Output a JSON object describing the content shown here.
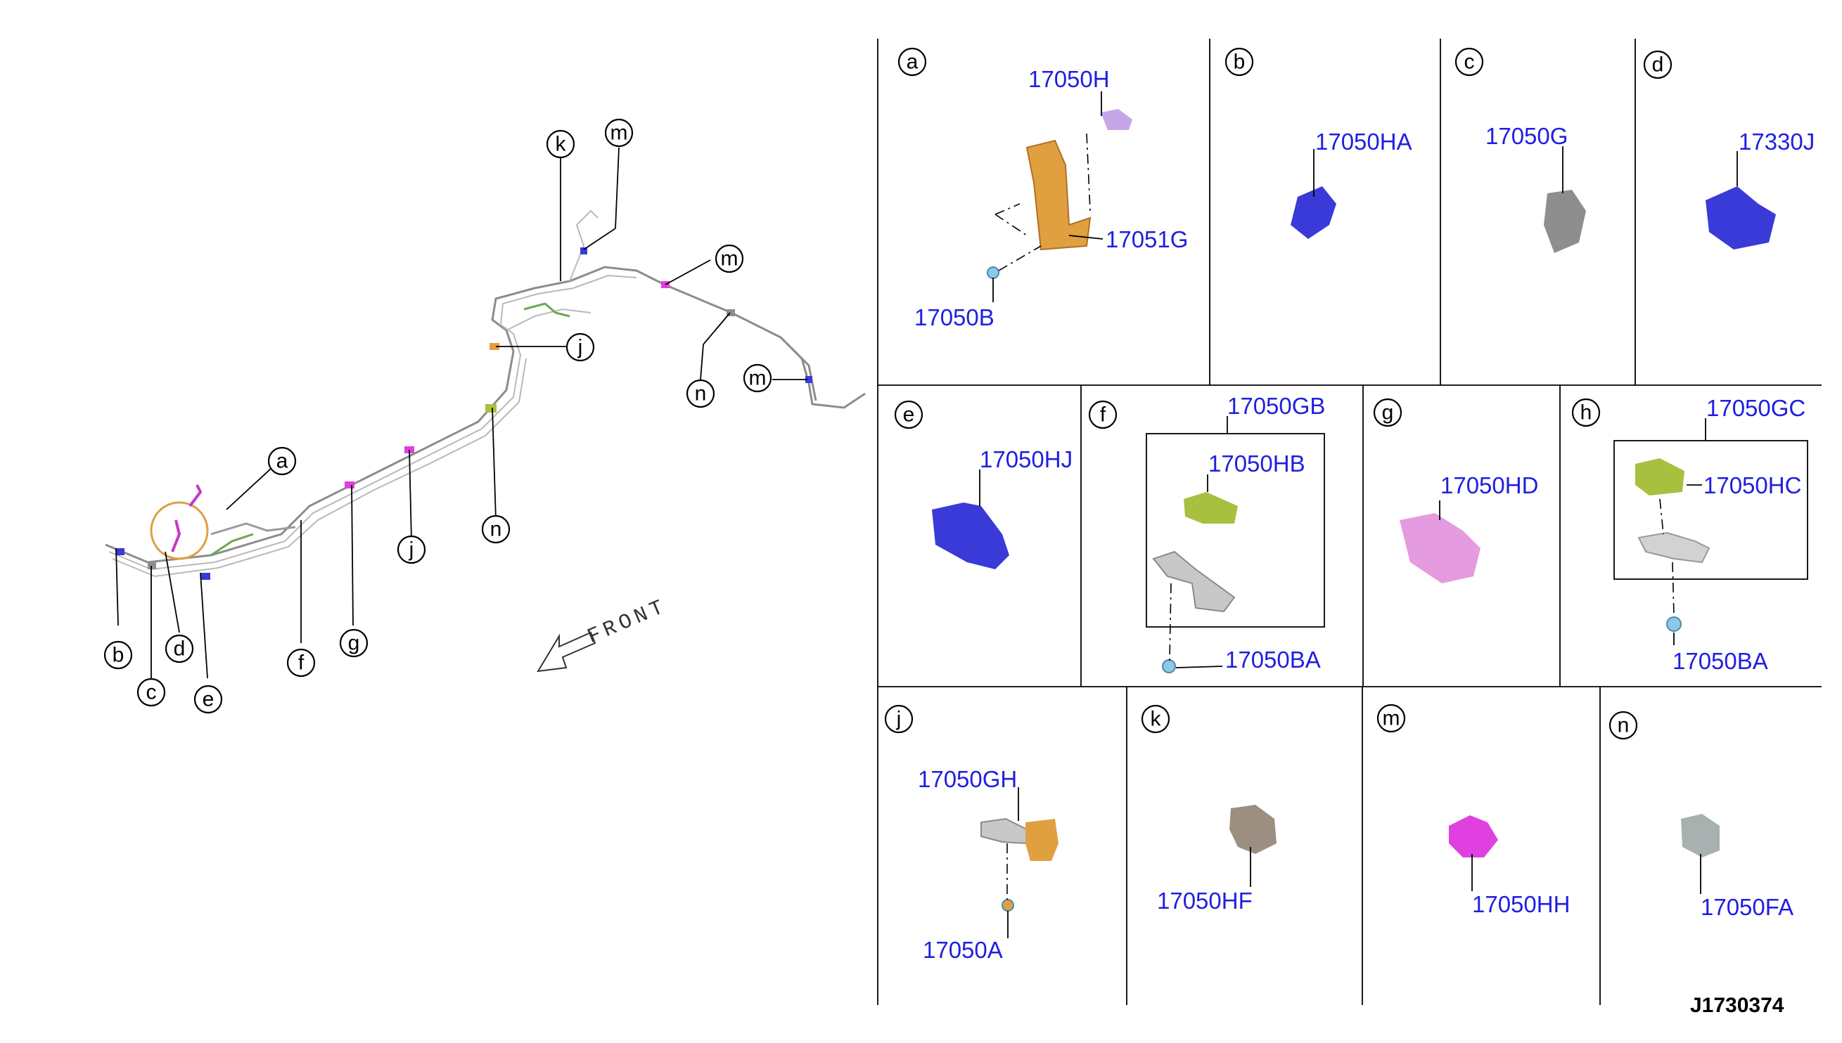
{
  "diagram_id": "J1730374",
  "front_label": "FRONT",
  "overview_callouts": [
    "a",
    "b",
    "c",
    "d",
    "e",
    "f",
    "g",
    "j",
    "n",
    "k",
    "m",
    "m",
    "j",
    "n",
    "m"
  ],
  "panels": {
    "a": {
      "letter": "a",
      "parts": [
        "17050H",
        "17051G",
        "17050B"
      ]
    },
    "b": {
      "letter": "b",
      "parts": [
        "17050HA"
      ]
    },
    "c": {
      "letter": "c",
      "parts": [
        "17050G"
      ]
    },
    "d": {
      "letter": "d",
      "parts": [
        "17330J"
      ]
    },
    "e": {
      "letter": "e",
      "parts": [
        "17050HJ"
      ]
    },
    "f": {
      "letter": "f",
      "parts": [
        "17050GB",
        "17050HB",
        "17050BA"
      ]
    },
    "g": {
      "letter": "g",
      "parts": [
        "17050HD"
      ]
    },
    "h": {
      "letter": "h",
      "parts": [
        "17050GC",
        "17050HC",
        "17050BA"
      ]
    },
    "j": {
      "letter": "j",
      "parts": [
        "17050GH",
        "17050A"
      ]
    },
    "k": {
      "letter": "k",
      "parts": [
        "17050HF"
      ]
    },
    "m": {
      "letter": "m",
      "parts": [
        "17050HH"
      ]
    },
    "n": {
      "letter": "n",
      "parts": [
        "17050FA"
      ]
    }
  },
  "colors": {
    "part_number": "#1f1fe0",
    "orange_bracket": "#e0a040",
    "blue_clip": "#3a3ad8",
    "gray_clip": "#8e8e8e",
    "pink_clip": "#e59be0",
    "magenta_clip": "#e040e0",
    "green_clip": "#a8c040",
    "light_blue_bolt": "#8ec8e8",
    "lavender_clip": "#c6a6e6"
  }
}
